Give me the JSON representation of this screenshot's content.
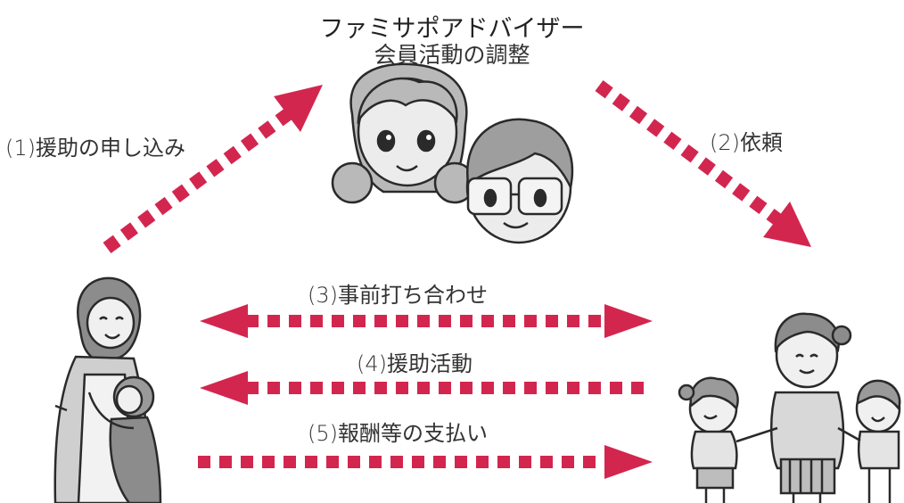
{
  "center": {
    "title": "ファミサポアドバイザー",
    "subtitle": "会員活動の調整"
  },
  "steps": [
    {
      "label": "(1)援助の申し込み"
    },
    {
      "label": "(2)依頼"
    },
    {
      "label": "(3)事前打ち合わせ"
    },
    {
      "label": "(4)援助活動"
    },
    {
      "label": "(5)報酬等の支払い"
    }
  ],
  "colors": {
    "arrow": "#d3264f",
    "figure_fill": "#e4e4e4",
    "figure_line": "#2a2a2a"
  },
  "icons": {
    "advisors": "advisors-icon",
    "requester": "requester-icon",
    "provider": "provider-icon"
  }
}
